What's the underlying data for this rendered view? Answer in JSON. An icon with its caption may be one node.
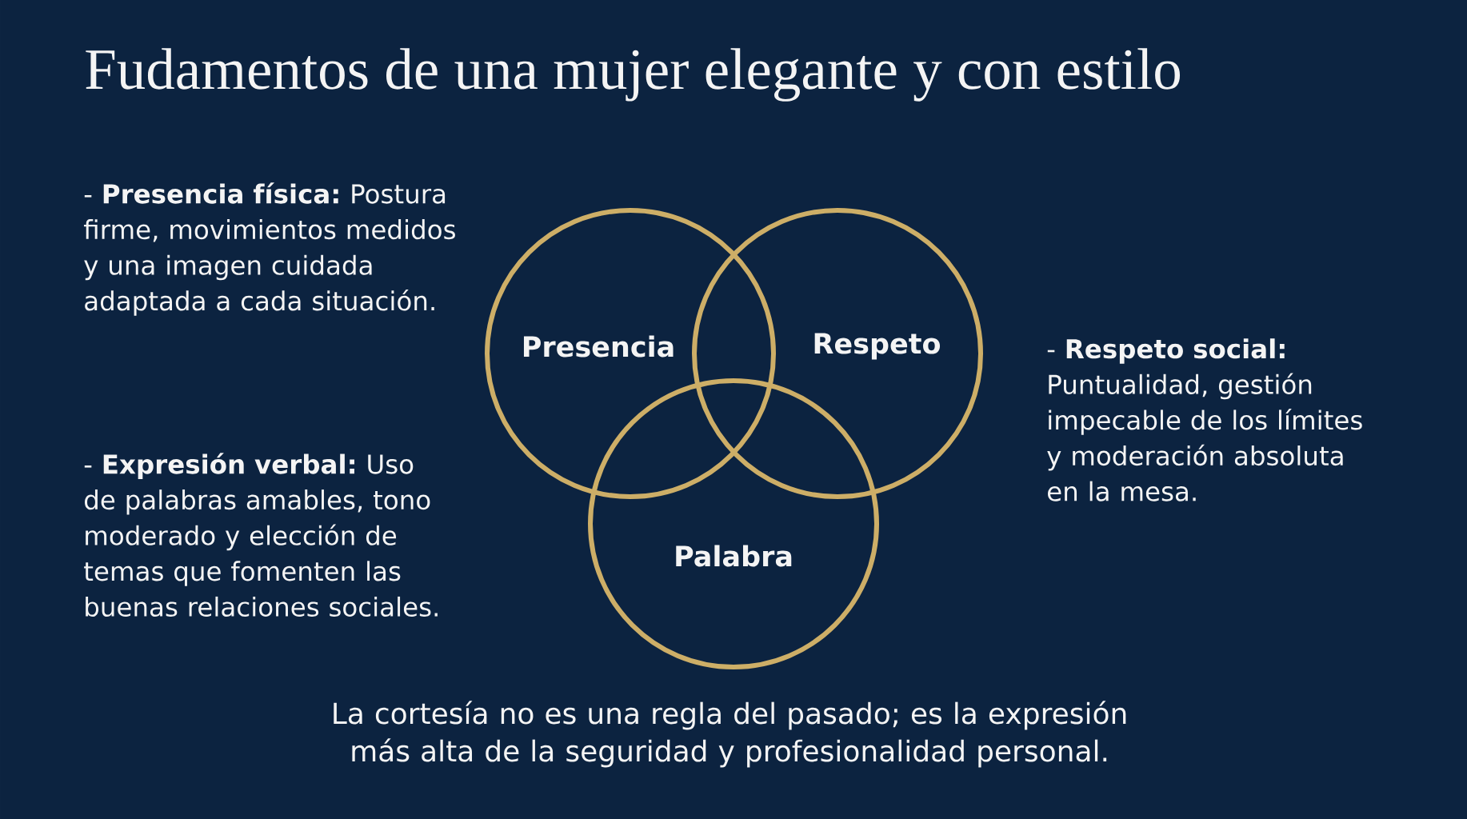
{
  "diagram": {
    "title": "Fudamentos de una mujer elegante y con estilo",
    "nodes": [
      {
        "text": [
          "Presencia"
        ]
      },
      {
        "text": [
          "Respeto"
        ]
      },
      {
        "text": [
          "Palabra"
        ]
      }
    ],
    "labels": [
      "- **Presencia física:** Postura firme, movimientos medidos y una imagen cuidada adaptada a cada situación.",
      "- **Respeto social:** Puntualidad, gestión impecable de los límites y moderación absoluta en la mesa.",
      "- **Expresión verbal:** Uso de palabras amables, tono moderado y elección de temas que fomenten las buenas relaciones sociales."
    ],
    "caption": "La cortesía no es una regla del pasado; es la expresión más alta de la seguridad y profesionalidad personal."
  }
}
